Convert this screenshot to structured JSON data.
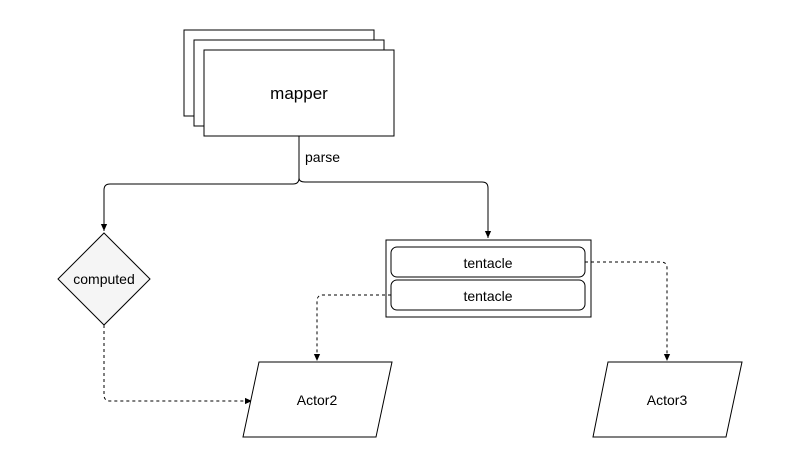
{
  "nodes": {
    "mapper": {
      "label": "mapper"
    },
    "computed": {
      "label": "computed"
    },
    "tentacle_top": {
      "label": "tentacle"
    },
    "tentacle_bottom": {
      "label": "tentacle"
    },
    "actor2": {
      "label": "Actor2"
    },
    "actor3": {
      "label": "Actor3"
    }
  },
  "edges": {
    "parse": {
      "label": "parse"
    }
  },
  "colors": {
    "stroke": "#000000",
    "fill": "#ffffff",
    "diamond_fill": "#f5f5f5"
  }
}
